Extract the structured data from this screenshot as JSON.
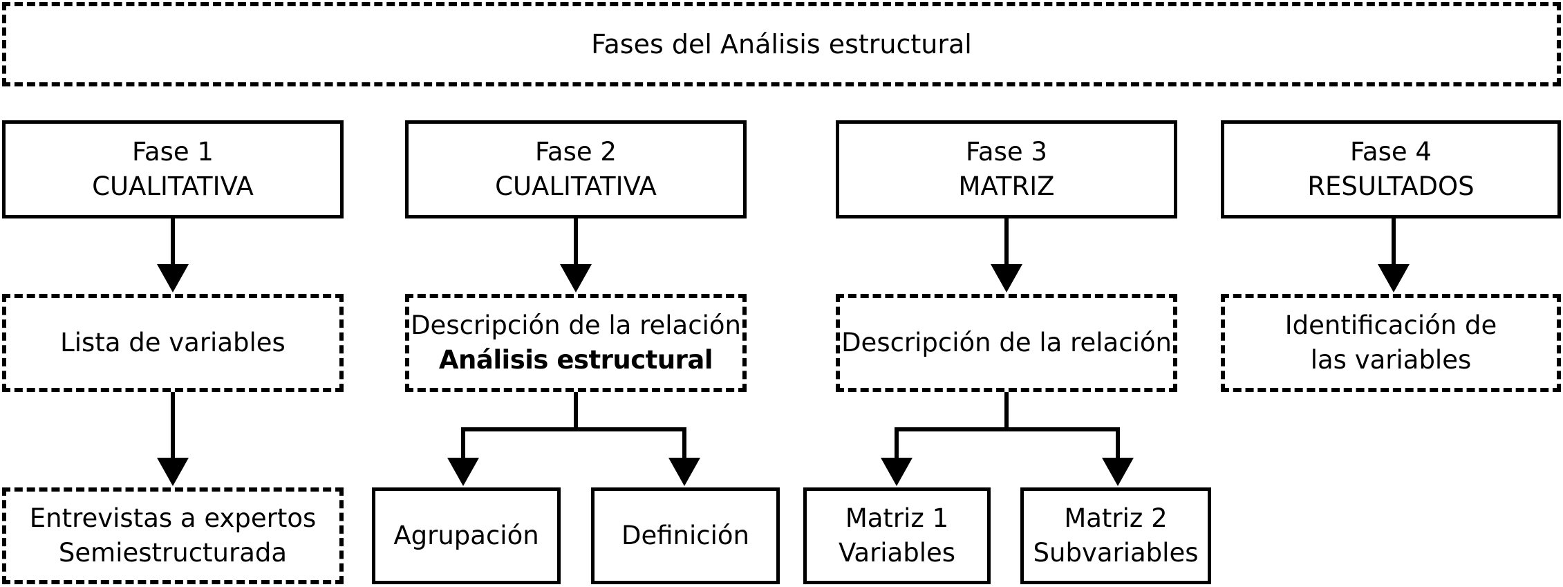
{
  "title": "Fases del Análisis estructural",
  "phases": [
    {
      "line1": "Fase 1",
      "line2": "CUALITATIVA"
    },
    {
      "line1": "Fase 2",
      "line2": "CUALITATIVA"
    },
    {
      "line1": "Fase 3",
      "line2": "MATRIZ"
    },
    {
      "line1": "Fase 4",
      "line2": "RESULTADOS"
    }
  ],
  "outputs": [
    {
      "line1": "Lista de variables"
    },
    {
      "line1": "Descripción de la relación",
      "line2": "Análisis estructural"
    },
    {
      "line1": "Descripción de la relación"
    },
    {
      "line1": "Identificación de",
      "line2": "las variables"
    }
  ],
  "details": [
    {
      "line1": "Entrevistas a expertos",
      "line2": "Semiestructurada"
    },
    {
      "line1": "Agrupación"
    },
    {
      "line1": "Definición"
    },
    {
      "line1": "Matriz 1",
      "line2": "Variables"
    },
    {
      "line1": "Matriz 2",
      "line2": "Subvariables"
    }
  ],
  "colors": {
    "stroke": "#000000",
    "background": "#ffffff"
  }
}
